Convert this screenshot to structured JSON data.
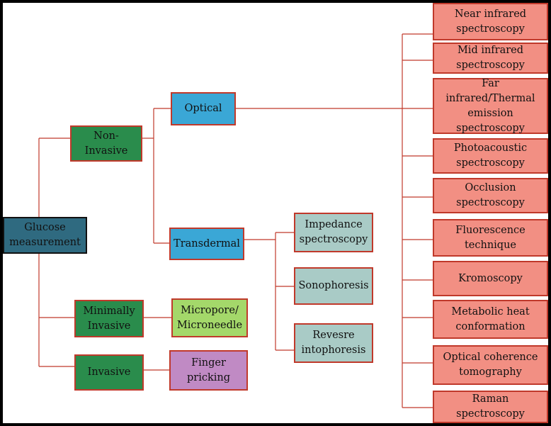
{
  "root": "Glucose measurement",
  "categories": {
    "non_invasive": "Non-\nInvasive",
    "minimally_invasive": "Minimally\nInvasive",
    "invasive": "Invasive"
  },
  "methods": {
    "optical": "Optical",
    "transdermal": "Transdermal",
    "micropore": "Micropore/\nMicroneedle",
    "finger": "Finger\npricking"
  },
  "transdermal_techniques": [
    "Impedance\nspectroscopy",
    "Sonophoresis",
    "Revesre\nintophoresis"
  ],
  "optical_techniques": [
    "Near infrared\nspectroscopy",
    "Mid infrared\nspectroscopy",
    "Far infrared/Thermal\nemission\nspectroscopy",
    "Photoacoustic\nspectroscopy",
    "Occlusion\nspectroscopy",
    "Fluorescence\ntechnique",
    "Kromoscopy",
    "Metabolic heat\nconformation",
    "Optical coherence\ntomography",
    "Raman spectroscopy"
  ]
}
